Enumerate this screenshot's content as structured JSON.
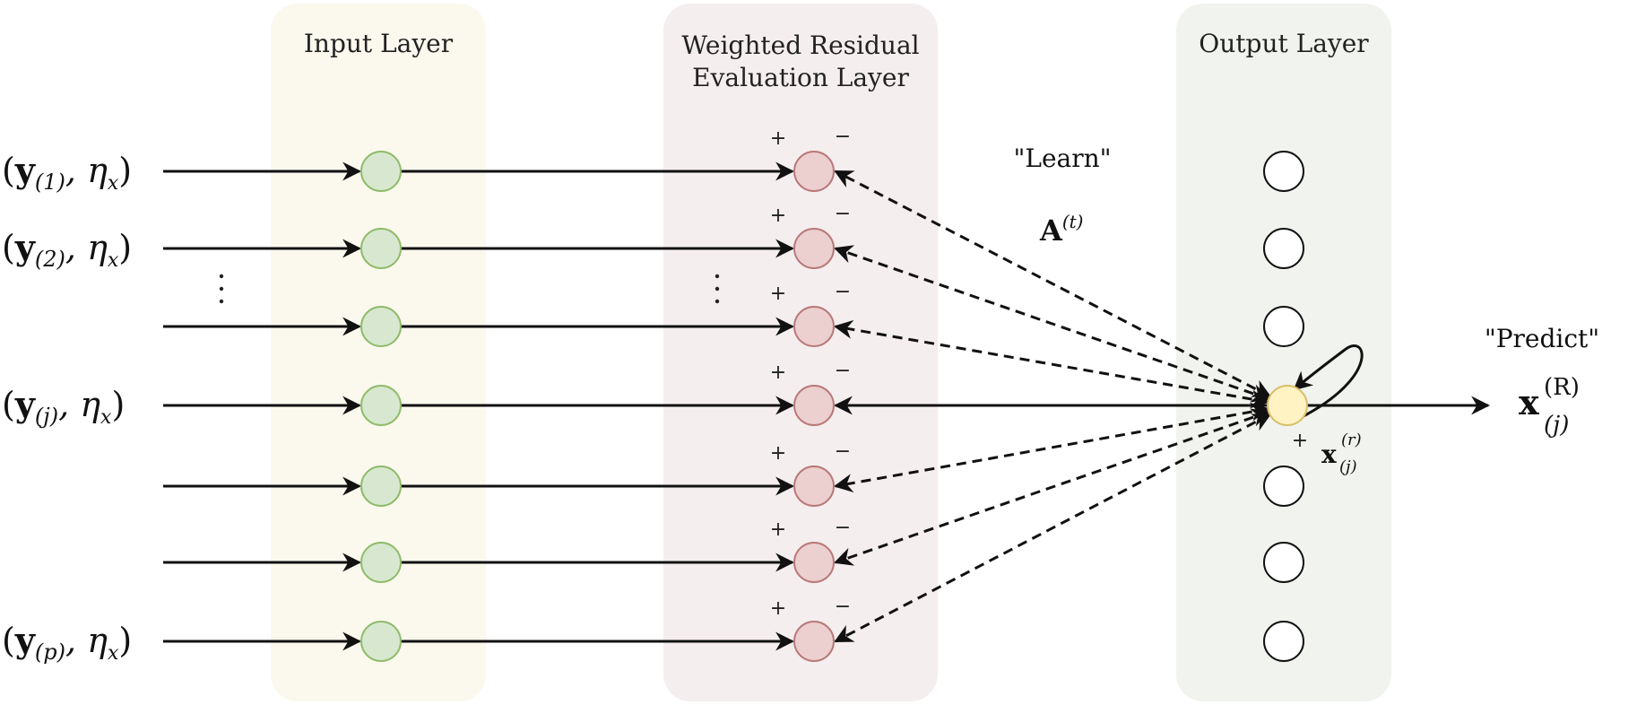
{
  "layers": {
    "input_title": "Input Layer",
    "weighted_title_line1": "Weighted Residual",
    "weighted_title_line2": "Evaluation Layer",
    "output_title": "Output Layer"
  },
  "labels": {
    "learn": "\"Learn\"",
    "predict": "\"Predict\"",
    "A_main": "A",
    "A_sup": "(t)",
    "xr_main": "x",
    "xr_sup": "(r)",
    "xr_sub": "(j)",
    "xR_main": "x",
    "xR_sup": "(R)",
    "xR_sub": "(j)",
    "plus_out": "+"
  },
  "inputs": [
    {
      "pre": "(",
      "bold": "y",
      "sub": "(1)",
      "post": ", η",
      "post_sub": "x",
      "close": ")"
    },
    {
      "pre": "(",
      "bold": "y",
      "sub": "(2)",
      "post": ", η",
      "post_sub": "x",
      "close": ")"
    },
    {
      "pre": "",
      "bold": "",
      "sub": "",
      "post": "",
      "post_sub": "",
      "close": ""
    },
    {
      "pre": "(",
      "bold": "y",
      "sub": "(j)",
      "post": ", η",
      "post_sub": "x",
      "close": ")"
    },
    {
      "pre": "",
      "bold": "",
      "sub": "",
      "post": "",
      "post_sub": "",
      "close": ""
    },
    {
      "pre": "",
      "bold": "",
      "sub": "",
      "post": "",
      "post_sub": "",
      "close": ""
    },
    {
      "pre": "(",
      "bold": "y",
      "sub": "(p)",
      "post": ", η",
      "post_sub": "x",
      "close": ")"
    }
  ],
  "signs": {
    "plus": "+",
    "minus": "−"
  },
  "colors": {
    "input_band": "#fbf9ee",
    "weighted_band": "#f5eeee",
    "output_band": "#f1f3ee",
    "input_node_fill": "#d8e8d0",
    "input_node_stroke": "#8fbc6a",
    "residual_node_fill": "#eccfcf",
    "residual_node_stroke": "#b87878",
    "output_node_fill": "#ffffff",
    "output_node_stroke": "#111111",
    "active_node_fill": "#fff3c4",
    "active_node_stroke": "#d9bf6a"
  }
}
